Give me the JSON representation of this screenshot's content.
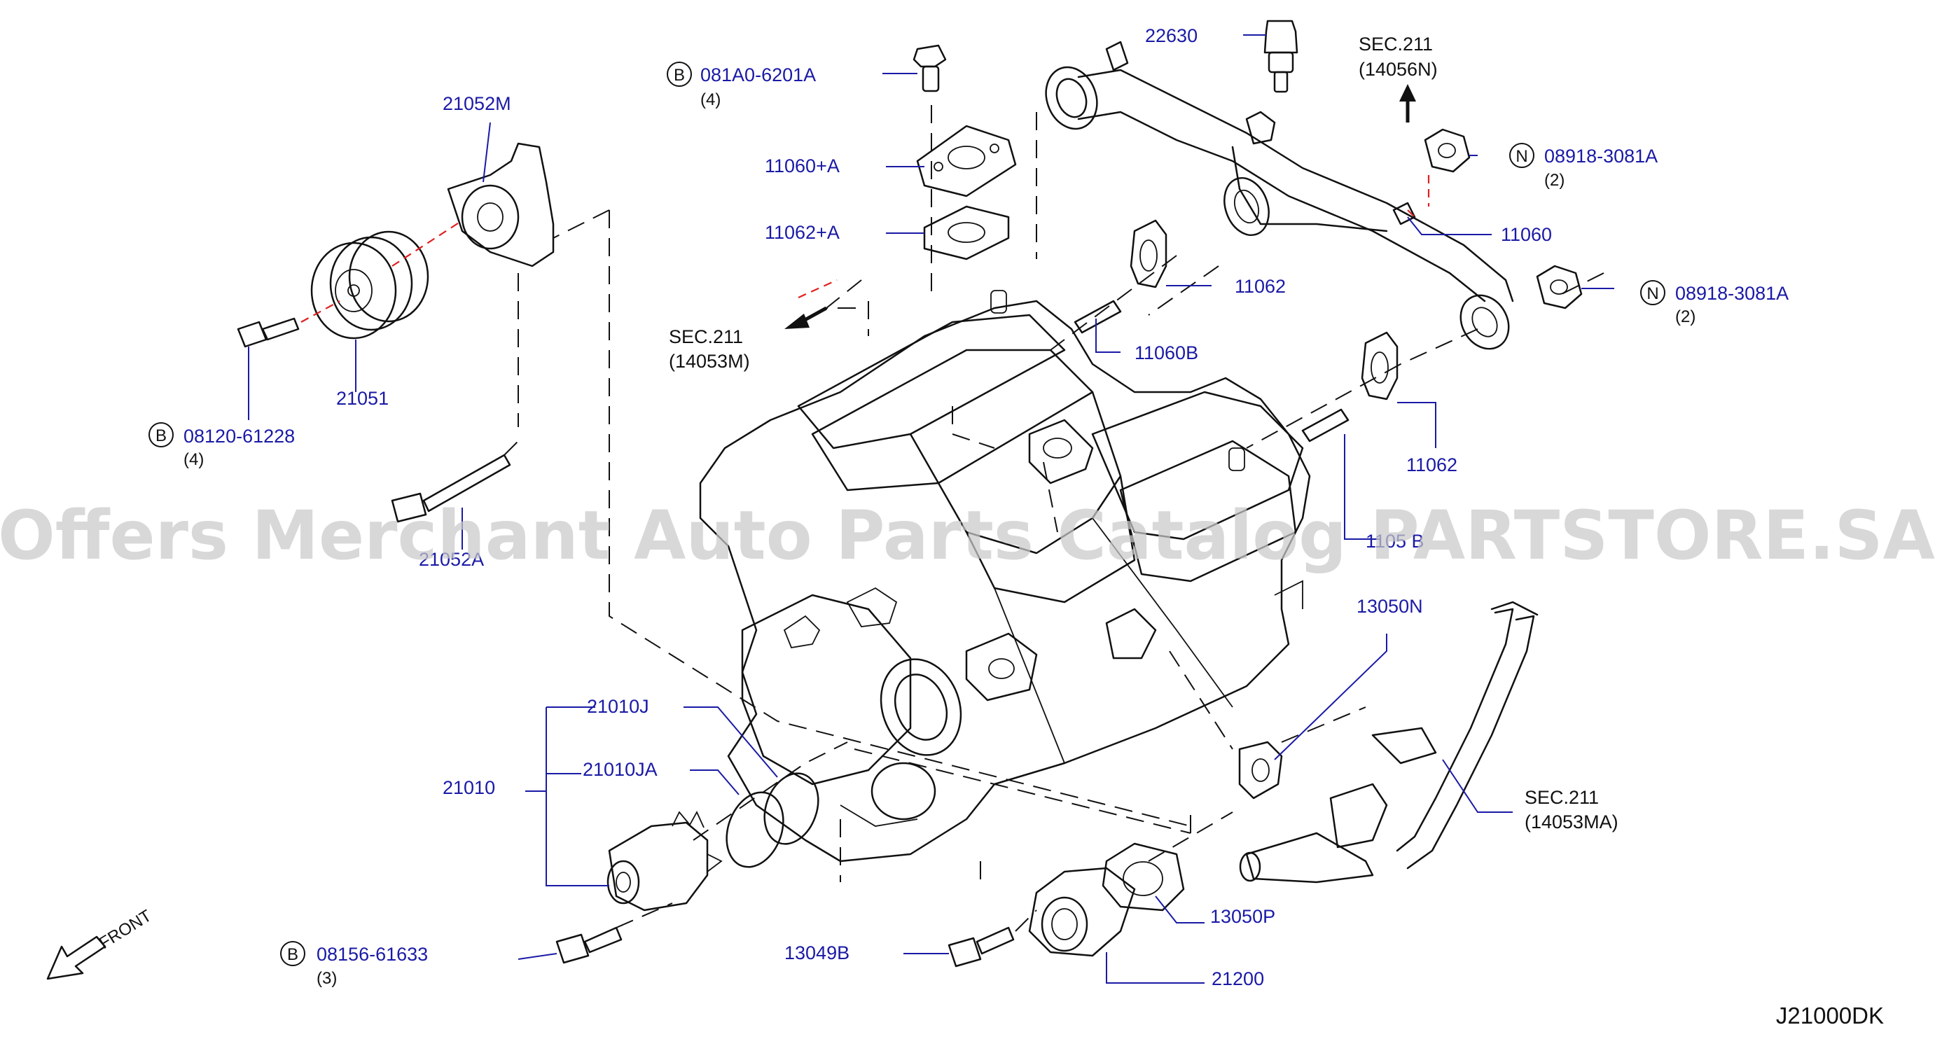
{
  "diagram_code": "J21000DK",
  "watermark": "Offers Merchant Auto Parts Catalog PARTSTORE.SA",
  "front_label": "FRONT",
  "callouts": {
    "p22630": "22630",
    "sec211_14056n_a": "SEC.211",
    "sec211_14056n_b": "(14056N)",
    "b_081a0": {
      "prefix": "B",
      "number": "081A0-6201A",
      "qty": "(4)"
    },
    "p11060a": "11060+A",
    "p11062a": "11062+A",
    "n_08918_top": {
      "prefix": "N",
      "number": "08918-3081A",
      "qty": "(2)"
    },
    "p11060": "11060",
    "p11062_upper": "11062",
    "n_08918_mid": {
      "prefix": "N",
      "number": "08918-3081A",
      "qty": "(2)"
    },
    "p11060b_upper": "11060B",
    "sec211_14053m_a": "SEC.211",
    "sec211_14053m_b": "(14053M)",
    "p21052m": "21052M",
    "p21051": "21051",
    "b_08120": {
      "prefix": "B",
      "number": "08120-61228",
      "qty": "(4)"
    },
    "p11062_lower": "11062",
    "p11060b_lower": "1105 B",
    "p21052a": "21052A",
    "p13050n": "13050N",
    "p21010j": "21010J",
    "p21010ja": "21010JA",
    "p21010": "21010",
    "sec211_14053ma_a": "SEC.211",
    "sec211_14053ma_b": "(14053MA)",
    "p13050p": "13050P",
    "b_08156": {
      "prefix": "B",
      "number": "08156-61633",
      "qty": "(3)"
    },
    "p13049b": "13049B",
    "p21200": "21200"
  }
}
